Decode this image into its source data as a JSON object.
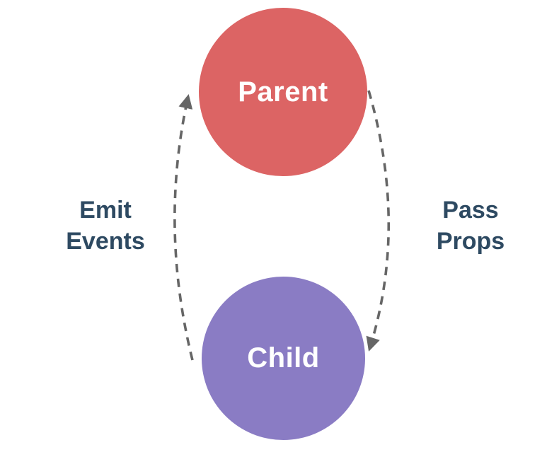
{
  "diagram": {
    "background_color": "#FFFFFF",
    "arrow_color": "#666666",
    "edge_label_color": "#2E4A62",
    "nodes": [
      {
        "id": "parent",
        "label": "Parent",
        "fill_color": "#DC6464",
        "label_color": "#FFFFFF"
      },
      {
        "id": "child",
        "label": "Child",
        "fill_color": "#8A7CC4",
        "label_color": "#FFFFFF"
      }
    ],
    "edges": [
      {
        "id": "emit-events",
        "label": "Emit Events",
        "from": "child",
        "to": "parent",
        "direction": "up",
        "side": "left",
        "style": "dashed"
      },
      {
        "id": "pass-props",
        "label": "Pass Props",
        "from": "parent",
        "to": "child",
        "direction": "down",
        "side": "right",
        "style": "dashed"
      }
    ]
  }
}
